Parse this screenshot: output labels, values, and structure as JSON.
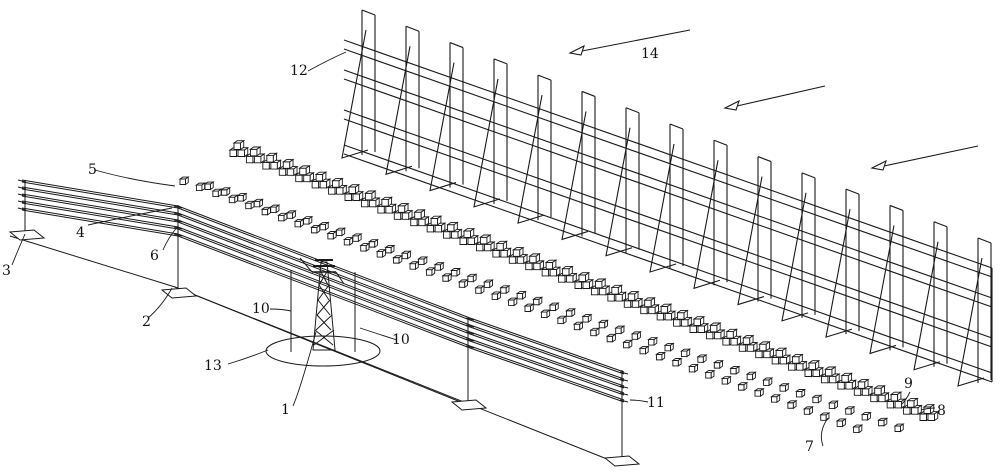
{
  "figure": {
    "labels": {
      "l1": "1",
      "l2": "2",
      "l3": "3",
      "l4": "4",
      "l5": "5",
      "l6": "6",
      "l7": "7",
      "l8": "8",
      "l9": "9",
      "l10a": "10",
      "l10b": "10",
      "l11": "11",
      "l12": "12",
      "l13": "13",
      "l14": "14"
    },
    "counts": {
      "fence_panels": 15,
      "block_columns": 43,
      "wind_arrows": 3
    },
    "colors": {
      "line": "#1a1a1a",
      "background": "#ffffff"
    }
  }
}
